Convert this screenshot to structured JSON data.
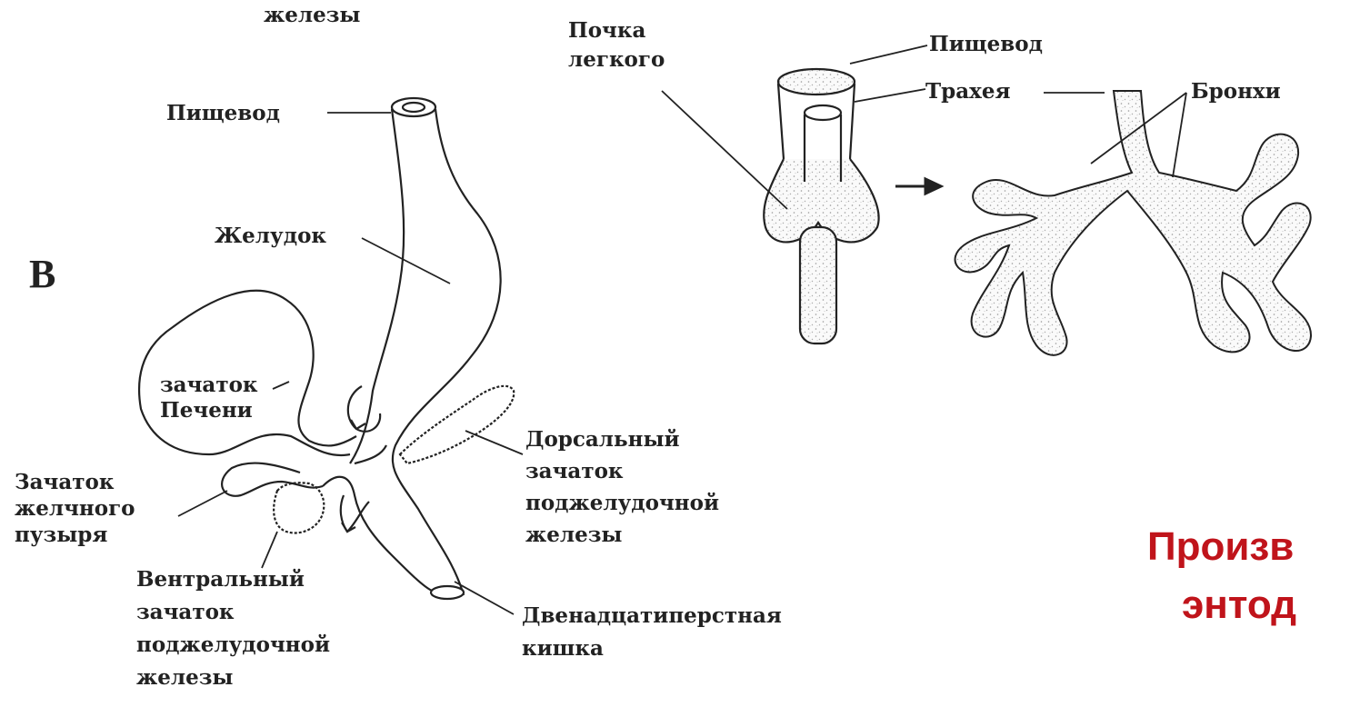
{
  "labels": {
    "top_cut": "железы",
    "panel_letter": "В",
    "esophagus_left": "Пищевод",
    "stomach": "Желудок",
    "liver_primordium": [
      "зачаток",
      "Печени"
    ],
    "gallbladder_primordium": [
      "Зачаток",
      "желчного",
      "пузыря"
    ],
    "ventral_pancreas": [
      "Вентральный",
      "зачаток",
      "поджелудочной",
      "железы"
    ],
    "dorsal_pancreas": [
      "Дорсальный",
      "зачаток",
      "поджелудочной",
      "железы"
    ],
    "duodenum": [
      "Двенадцатиперстная",
      "кишка"
    ],
    "lung_bud": [
      "Почка",
      "легкого"
    ],
    "esophagus_right": "Пищевод",
    "trachea": "Трахея",
    "bronchi": "Бронхи"
  },
  "caption": [
    "Произв",
    "энтод"
  ],
  "colors": {
    "caption": "#c0141b",
    "ink": "#222222"
  }
}
